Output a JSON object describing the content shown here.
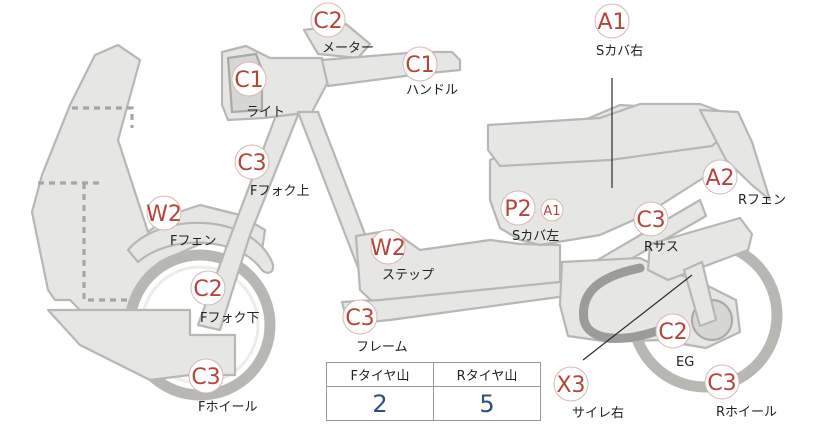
{
  "inspection_points": {
    "meter": {
      "code": "C2",
      "label": "メーター"
    },
    "light": {
      "code": "C1",
      "label": "ライト"
    },
    "handle": {
      "code": "C1",
      "label": "ハンドル"
    },
    "s_cover_right": {
      "code": "A1",
      "label": "Sカバ右"
    },
    "f_fork_upper": {
      "code": "C3",
      "label": "Fフォク上"
    },
    "r_fender": {
      "code": "A2",
      "label": "Rフェン"
    },
    "f_fender": {
      "code": "W2",
      "label": "Fフェン"
    },
    "s_cover_left": {
      "code": "P2",
      "code2": "A1",
      "label": "Sカバ左"
    },
    "r_suspension": {
      "code": "C3",
      "label": "Rサス"
    },
    "step": {
      "code": "W2",
      "label": "ステップ"
    },
    "f_fork_lower": {
      "code": "C2",
      "label": "Fフォク下"
    },
    "frame": {
      "code": "C3",
      "label": "フレーム"
    },
    "engine": {
      "code": "C2",
      "label": "EG"
    },
    "f_wheel": {
      "code": "C3",
      "label": "Fホイール"
    },
    "muffler_right": {
      "code": "X3",
      "label": "サイレ右"
    },
    "r_wheel": {
      "code": "C3",
      "label": "Rホイール"
    }
  },
  "tread_table": {
    "front_header": "Fタイヤ山",
    "rear_header": "Rタイヤ山",
    "front_value": "2",
    "rear_value": "5"
  },
  "colors": {
    "code_text": "#b6443b",
    "table_value": "#2c4f84",
    "part_fill": "#e6e6e4"
  }
}
